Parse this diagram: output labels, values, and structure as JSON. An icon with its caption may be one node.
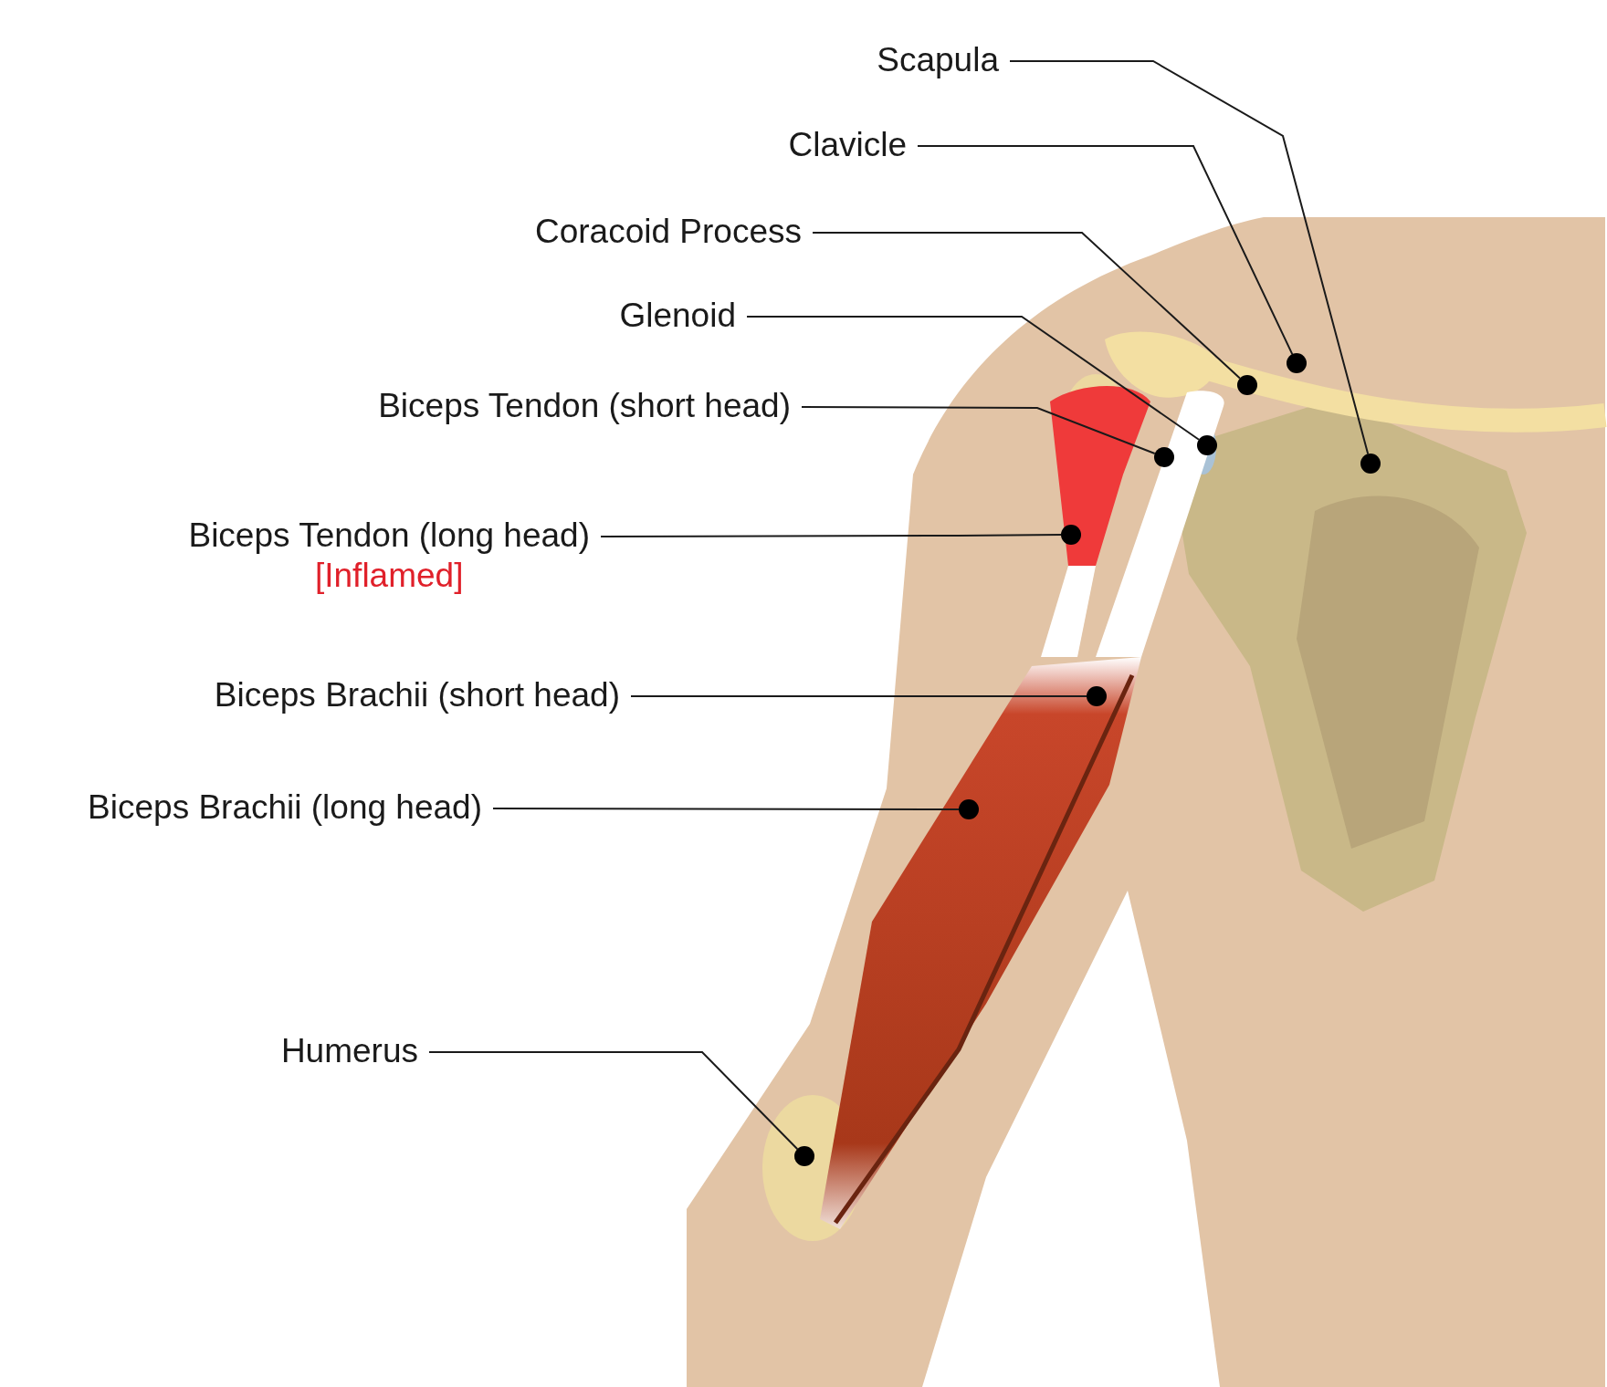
{
  "diagram": {
    "nodes": [
      {
        "text": [
          "Scapula"
        ]
      },
      {
        "text": [
          "Clavicle"
        ]
      },
      {
        "text": [
          "Coracoid Process"
        ]
      },
      {
        "text": [
          "Glenoid"
        ]
      },
      {
        "text": [
          "Biceps Tendon (short head)"
        ]
      },
      {
        "text": [
          "Biceps Tendon (long head)",
          "[Inflamed]"
        ]
      },
      {
        "text": [
          "Biceps Brachii (short head)"
        ]
      },
      {
        "text": [
          "Biceps Brachii (long head)"
        ]
      },
      {
        "text": [
          "Humerus"
        ]
      },
      {
        "text": [],
        "shape": "circle"
      },
      {
        "text": [],
        "shape": "circle"
      },
      {
        "text": [],
        "shape": "circle"
      },
      {
        "text": [],
        "shape": "circle"
      },
      {
        "text": [],
        "shape": "circle"
      },
      {
        "text": [],
        "shape": "circle"
      },
      {
        "text": [],
        "shape": "circle"
      },
      {
        "text": [],
        "shape": "circle"
      },
      {
        "text": [],
        "shape": "circle"
      }
    ],
    "edges": [
      {
        "from": 0,
        "to": 13,
        "arrow": "none"
      },
      {
        "from": 1,
        "to": 9,
        "arrow": "none"
      },
      {
        "from": 2,
        "to": 10,
        "arrow": "none"
      },
      {
        "from": 3,
        "to": 11,
        "arrow": "none"
      },
      {
        "from": 4,
        "to": 12,
        "arrow": "none"
      },
      {
        "from": 5,
        "to": 14,
        "arrow": "none"
      },
      {
        "from": 6,
        "to": 15,
        "arrow": "none"
      },
      {
        "from": 7,
        "to": 16,
        "arrow": "none"
      },
      {
        "from": 8,
        "to": 17,
        "arrow": "none"
      }
    ]
  }
}
